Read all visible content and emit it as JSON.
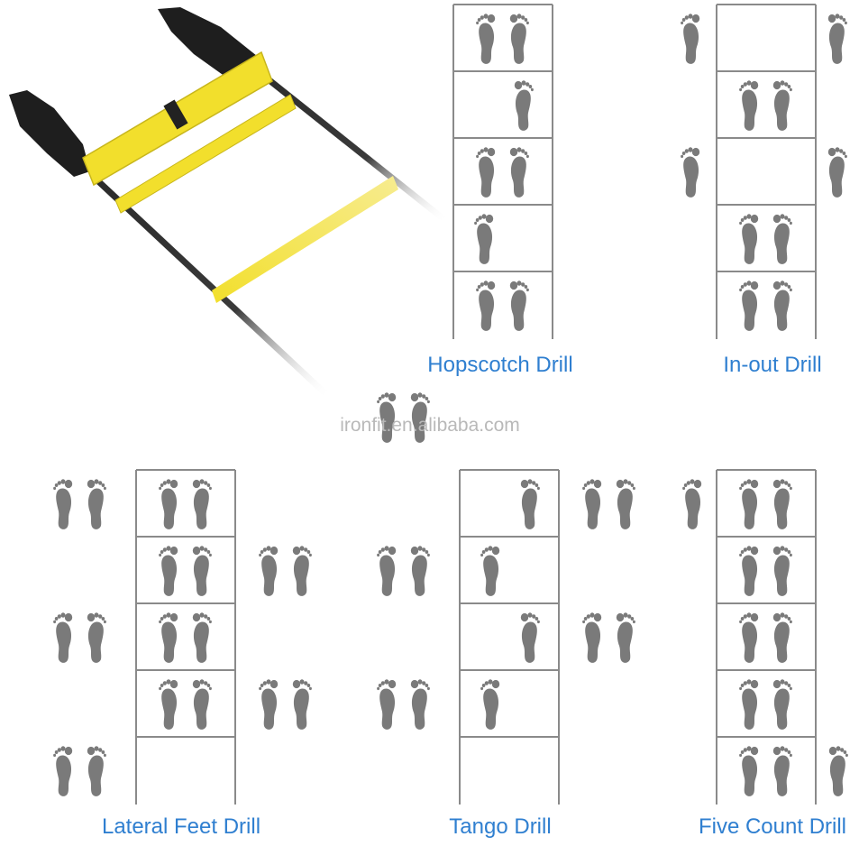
{
  "watermark": "ironfit.en.alibaba.com",
  "colors": {
    "foot": "#7a7a7a",
    "grid": "#8a8a8a",
    "label": "#2f7fd0",
    "ladder_yellow": "#f2df2c",
    "strap": "#2b2b2b"
  },
  "product_image": {
    "name": "agility-ladder-photo",
    "rungs_shown": 3
  },
  "drills": [
    {
      "id": "hopscotch",
      "label": "Hopscotch Drill",
      "rows": 5,
      "steps": [
        {
          "row": 1,
          "feet": "both",
          "side": "inside"
        },
        {
          "row": 2,
          "feet": "right",
          "side": "inside"
        },
        {
          "row": 3,
          "feet": "both",
          "side": "inside"
        },
        {
          "row": 4,
          "feet": "left",
          "side": "inside"
        },
        {
          "row": 5,
          "feet": "both",
          "side": "inside"
        }
      ]
    },
    {
      "id": "in-out",
      "label": "In-out Drill",
      "rows": 5,
      "steps": [
        {
          "row": 1,
          "feet": "split",
          "side": "outside"
        },
        {
          "row": 2,
          "feet": "both",
          "side": "inside"
        },
        {
          "row": 3,
          "feet": "split",
          "side": "outside"
        },
        {
          "row": 4,
          "feet": "both",
          "side": "inside"
        },
        {
          "row": 5,
          "feet": "both",
          "side": "inside"
        }
      ]
    },
    {
      "id": "lateral-feet",
      "label": "Lateral Feet Drill",
      "rows": 5,
      "steps": [
        {
          "row": 1,
          "feet": "both",
          "side": "left-outside"
        },
        {
          "row": 1,
          "feet": "both",
          "side": "inside"
        },
        {
          "row": 2,
          "feet": "both",
          "side": "inside"
        },
        {
          "row": 2,
          "feet": "both",
          "side": "right-outside"
        },
        {
          "row": 3,
          "feet": "both",
          "side": "left-outside"
        },
        {
          "row": 3,
          "feet": "both",
          "side": "inside"
        },
        {
          "row": 4,
          "feet": "both",
          "side": "inside"
        },
        {
          "row": 4,
          "feet": "both",
          "side": "right-outside"
        },
        {
          "row": 5,
          "feet": "both",
          "side": "left-outside"
        }
      ]
    },
    {
      "id": "tango",
      "label": "Tango Drill",
      "rows": 5,
      "steps": [
        {
          "row": 0,
          "feet": "both",
          "side": "left-outside"
        },
        {
          "row": 1,
          "feet": "right",
          "side": "inside"
        },
        {
          "row": 1,
          "feet": "both",
          "side": "right-outside"
        },
        {
          "row": 2,
          "feet": "left",
          "side": "inside"
        },
        {
          "row": 2,
          "feet": "both",
          "side": "left-outside"
        },
        {
          "row": 3,
          "feet": "right",
          "side": "inside"
        },
        {
          "row": 3,
          "feet": "both",
          "side": "right-outside"
        },
        {
          "row": 4,
          "feet": "left",
          "side": "inside"
        },
        {
          "row": 4,
          "feet": "both",
          "side": "left-outside"
        }
      ]
    },
    {
      "id": "five-count",
      "label": "Five Count Drill",
      "rows": 5,
      "steps": [
        {
          "row": 1,
          "feet": "left",
          "side": "left-outside"
        },
        {
          "row": 1,
          "feet": "both",
          "side": "inside"
        },
        {
          "row": 2,
          "feet": "both",
          "side": "inside"
        },
        {
          "row": 3,
          "feet": "both",
          "side": "inside"
        },
        {
          "row": 4,
          "feet": "both",
          "side": "inside"
        },
        {
          "row": 5,
          "feet": "right",
          "side": "right-outside"
        },
        {
          "row": 5,
          "feet": "both",
          "side": "inside"
        }
      ]
    }
  ]
}
